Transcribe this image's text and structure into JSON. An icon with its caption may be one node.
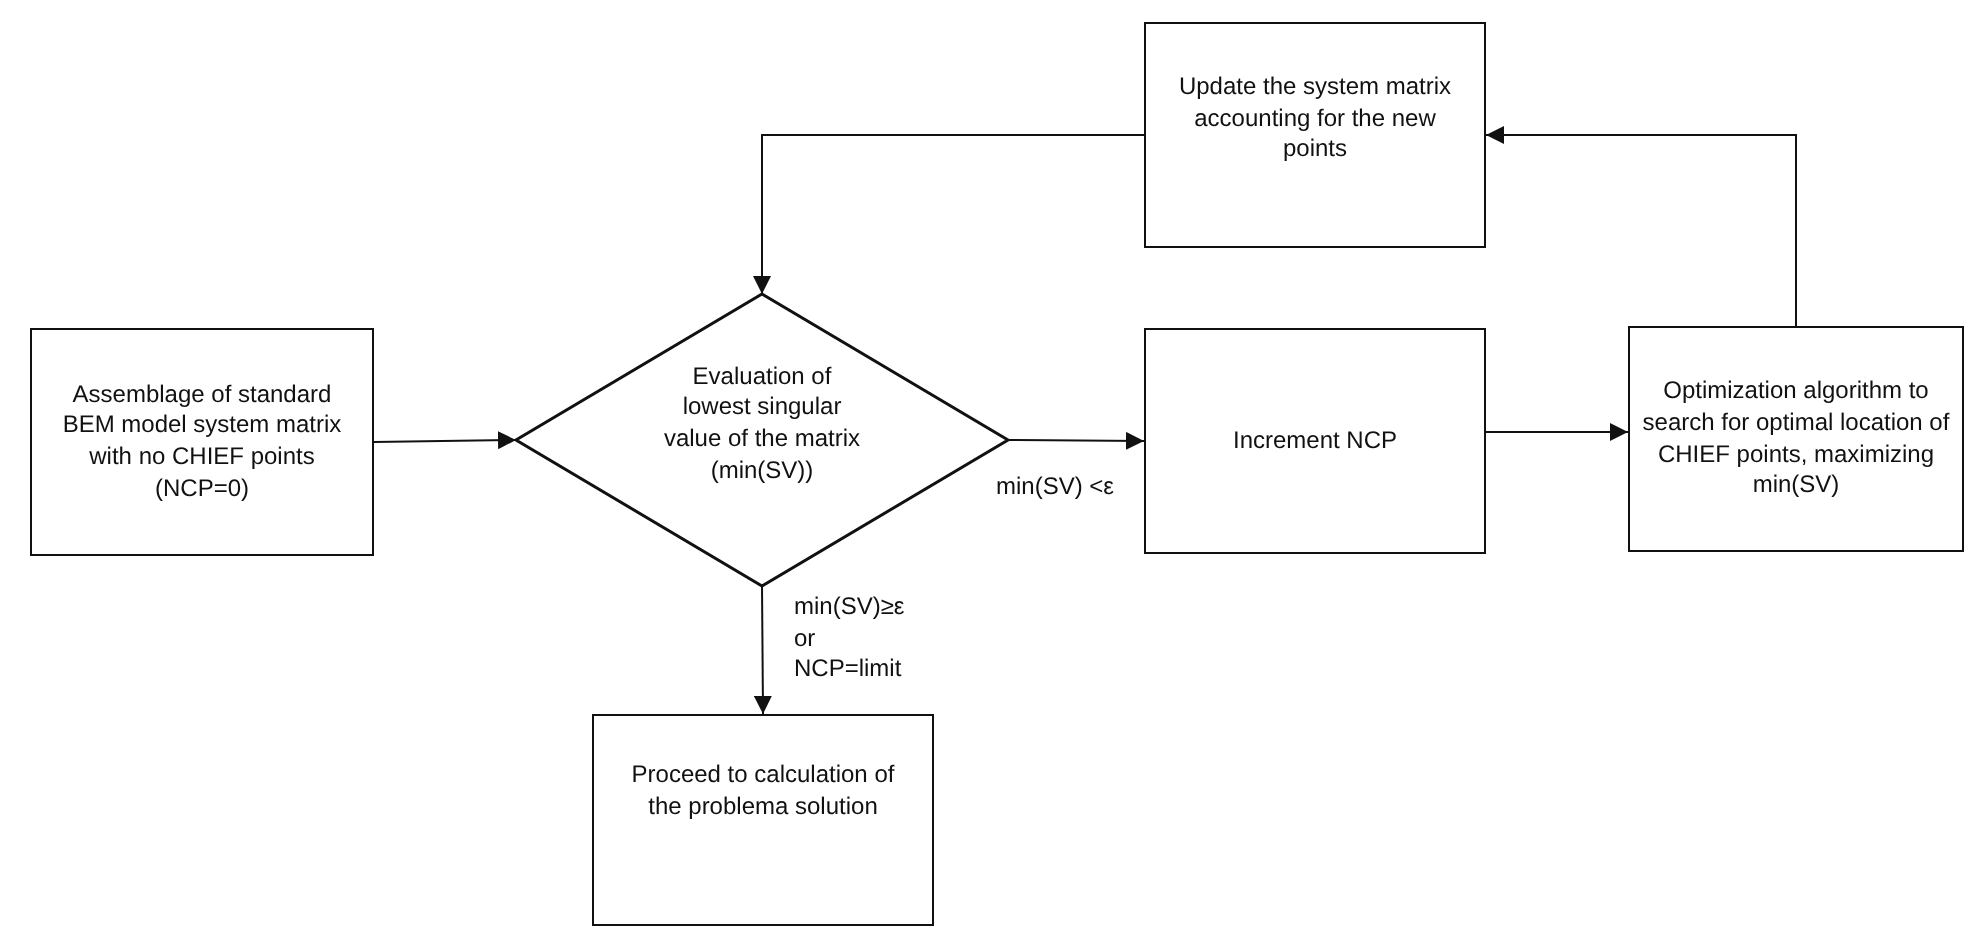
{
  "diagram": {
    "nodes": [
      {
        "text": [
          "Assemblage of standard BEM model system matrix with no CHIEF points (NCP=0)"
        ]
      },
      {
        "text": [
          "Evaluation of lowest singular value of the matrix (min(SV))"
        ]
      },
      {
        "text": [
          "Increment NCP"
        ]
      },
      {
        "text": [
          "Optimization algorithm to search for optimal location of CHIEF points, maximizing min(SV)"
        ]
      },
      {
        "text": [
          "Update the system matrix accounting for the new points"
        ]
      },
      {
        "text": [
          "Proceed to calculation of the problema solution"
        ]
      }
    ],
    "edges": [
      {
        "from": 0,
        "to": 1,
        "arrow": "to"
      },
      {
        "from": 1,
        "to": 2,
        "arrow": "to",
        "label": "min(SV) <ε"
      },
      {
        "from": 2,
        "to": 3,
        "arrow": "to"
      },
      {
        "from": 3,
        "to": 4,
        "arrow": "to"
      },
      {
        "from": 4,
        "to": 1,
        "arrow": "to"
      },
      {
        "from": 1,
        "to": 5,
        "arrow": "to",
        "label": "min(SV)≥ε or NCP=limit"
      }
    ]
  }
}
